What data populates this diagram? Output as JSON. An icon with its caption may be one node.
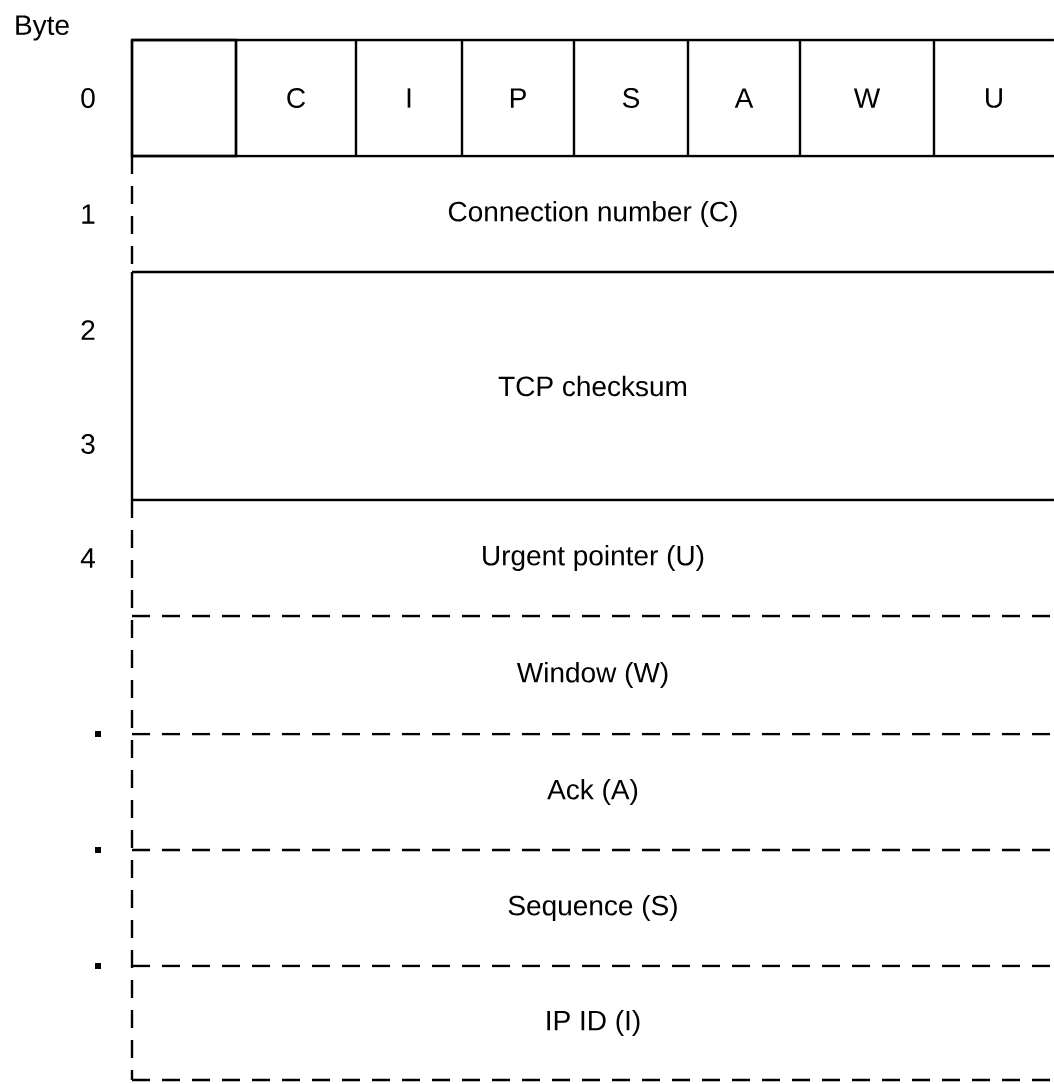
{
  "diagram": {
    "nodes": [
      {
        "text": [],
        "shape": "box"
      },
      {
        "text": [
          "C"
        ]
      },
      {
        "text": [
          "I"
        ]
      },
      {
        "text": [
          "P"
        ]
      },
      {
        "text": [
          "S"
        ]
      },
      {
        "text": [
          "A"
        ]
      },
      {
        "text": [
          "W"
        ]
      },
      {
        "text": [
          "U"
        ]
      },
      {
        "text": [
          "Connection number (C)"
        ]
      },
      {
        "text": [
          "TCP checksum"
        ]
      },
      {
        "text": [
          "Urgent pointer (U)"
        ]
      },
      {
        "text": [
          "Window (W)"
        ]
      },
      {
        "text": [
          "Ack (A)"
        ]
      },
      {
        "text": [
          "Sequence (S)"
        ]
      },
      {
        "text": [
          "IP ID (I)"
        ]
      }
    ],
    "labels": [
      "Byte",
      "0",
      "1",
      "2",
      "3",
      "4"
    ]
  }
}
